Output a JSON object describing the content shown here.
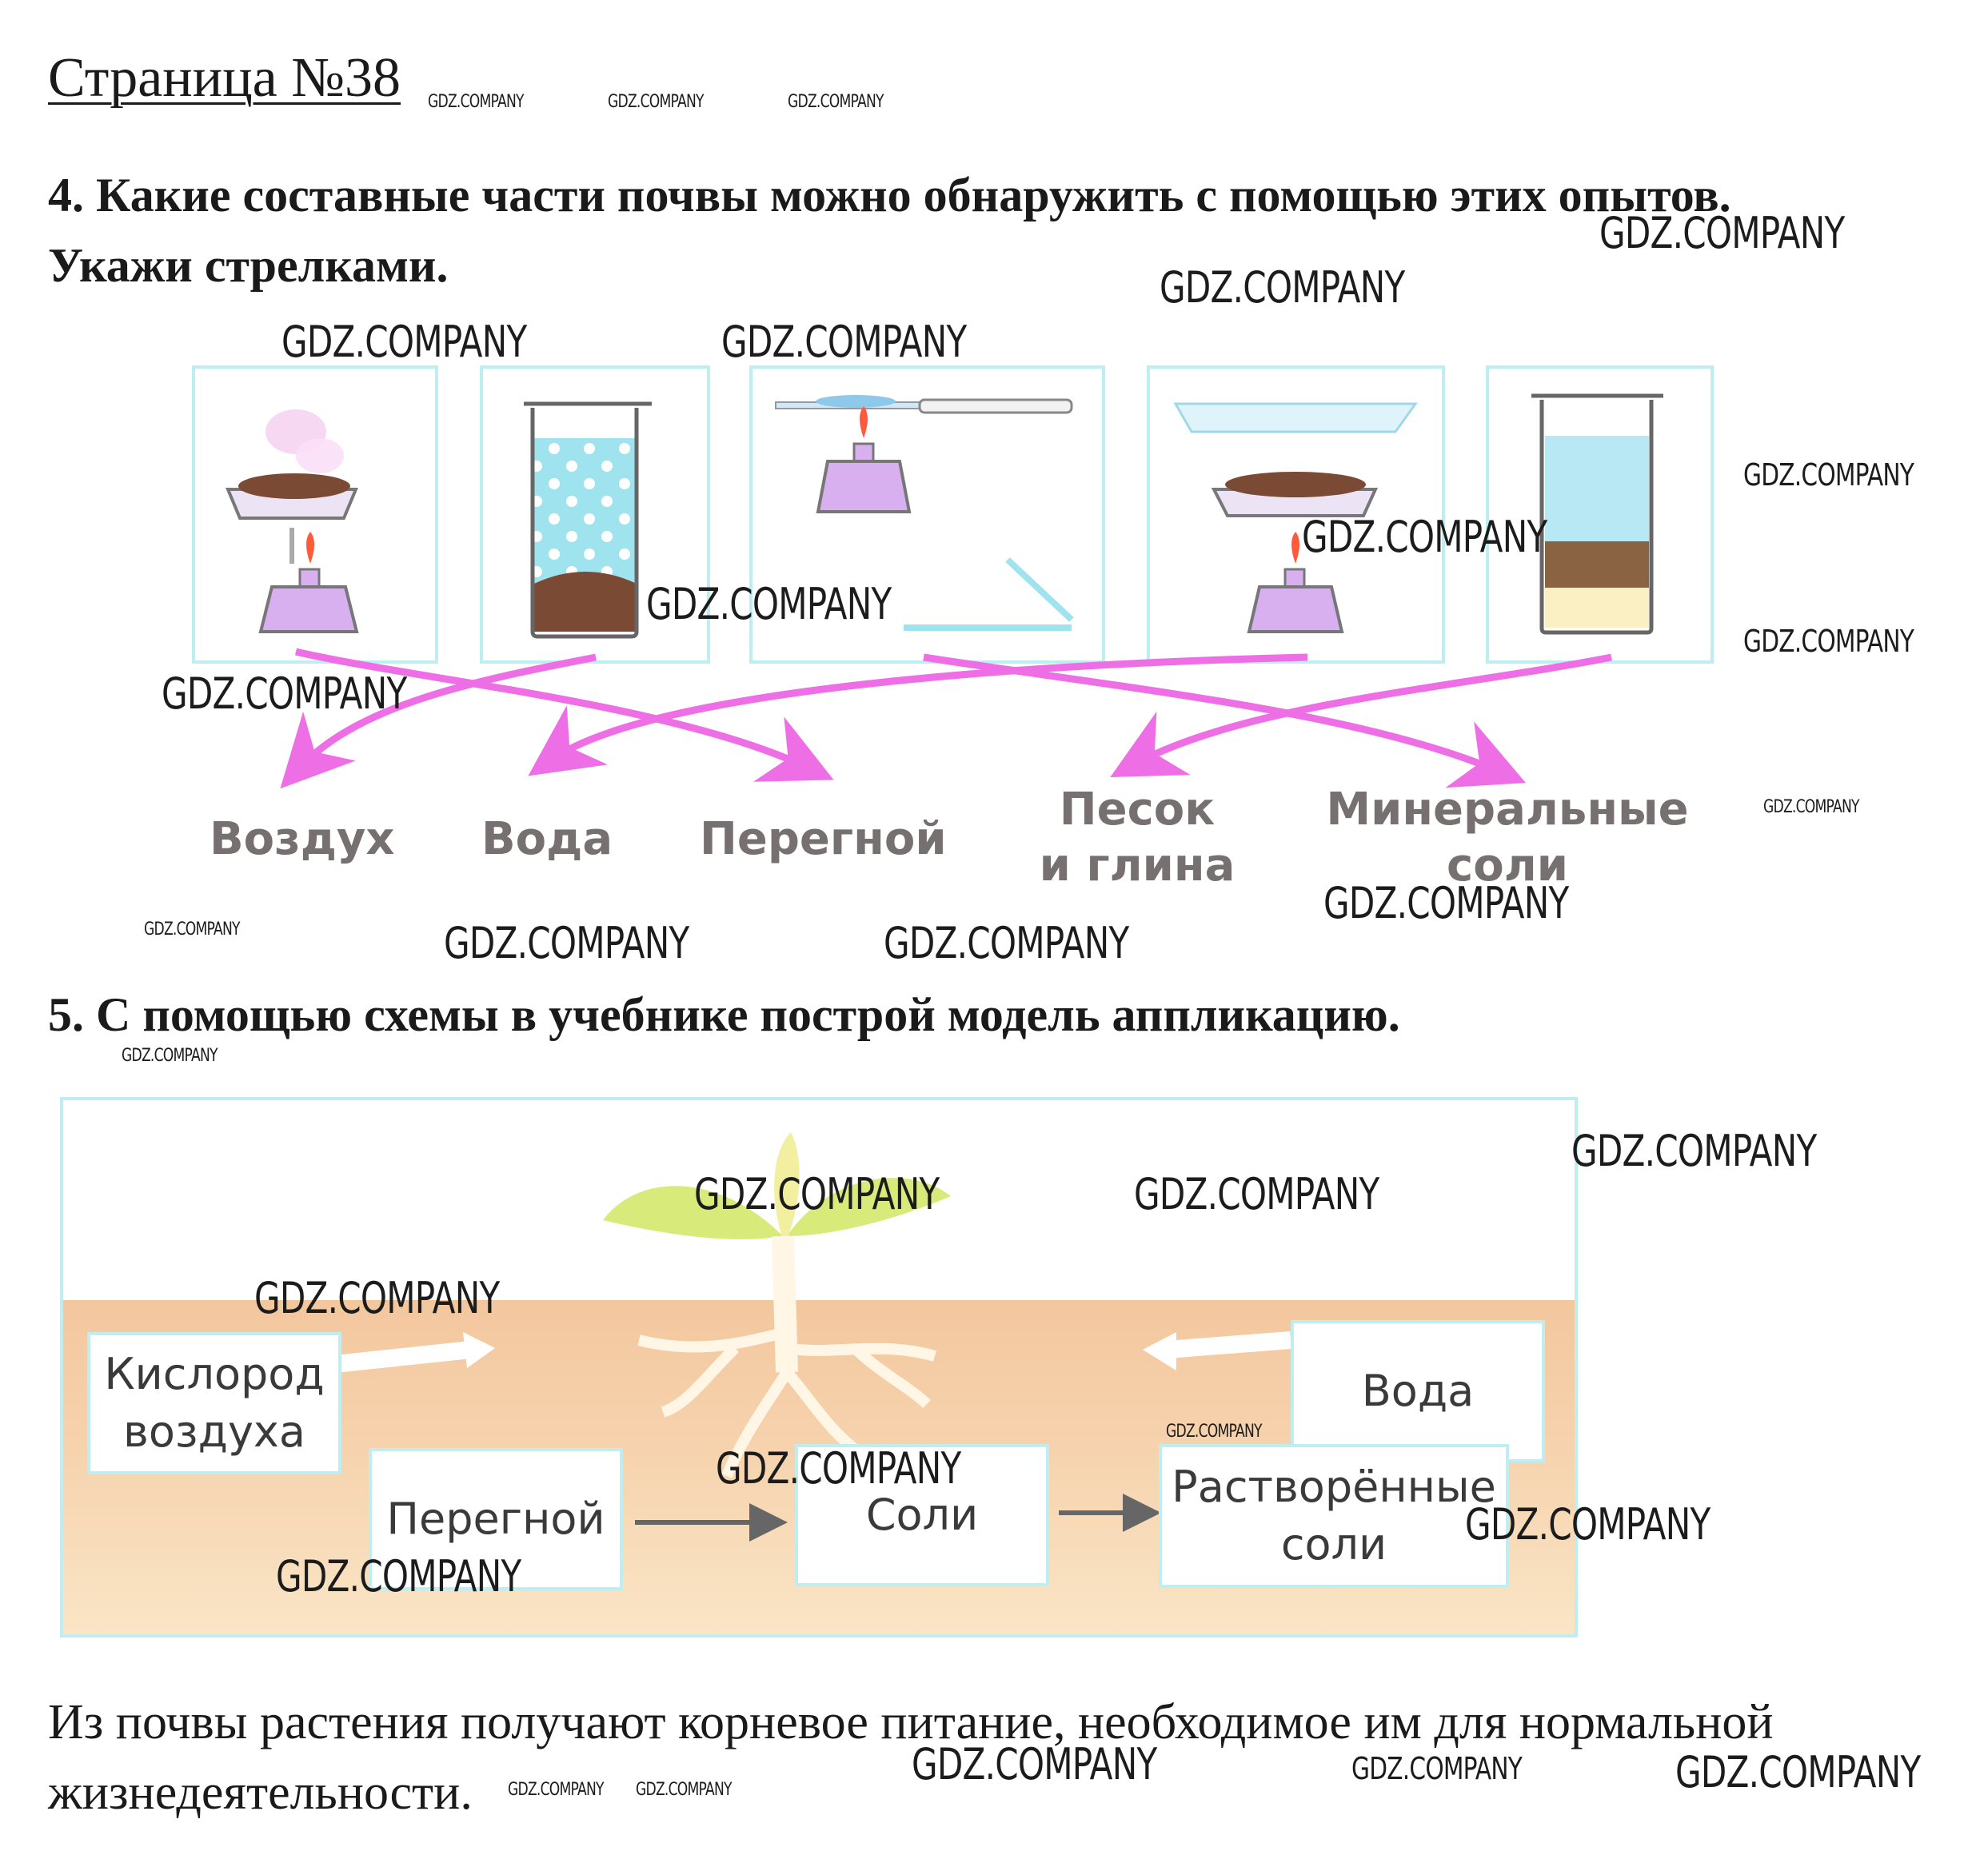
{
  "page_title": "Страница №38",
  "task4": {
    "line1": "4. Какие составные части почвы можно обнаружить с помощью этих опытов.",
    "line2": "Укажи стрелками."
  },
  "targets": {
    "air": "Воздух",
    "water": "Вода",
    "humus": "Перегной",
    "sand_line1": "Песок",
    "sand_line2": "и  глина",
    "minerals_line1": "Минеральные",
    "minerals_line2": "соли"
  },
  "task5": {
    "text": "5. С помощью схемы в учебнике построй модель аппликацию."
  },
  "scheme": {
    "oxygen_line1": "Кислород",
    "oxygen_line2": "воздуха",
    "water": "Вода",
    "humus": "Перегной",
    "salts": "Соли",
    "dissolved_line1": "Растворённые",
    "dissolved_line2": "соли"
  },
  "conclusion": {
    "line1": "Из почвы растения получают корневое питание, необходимое им для нормальной",
    "line2": "жизнедеятельности."
  },
  "watermark": "GDZ.COMPANY",
  "colors": {
    "arrow": "#ee6ee6",
    "panel_border": "#bfeef2",
    "label_gray": "#777070",
    "soil": "#f3c79e"
  }
}
